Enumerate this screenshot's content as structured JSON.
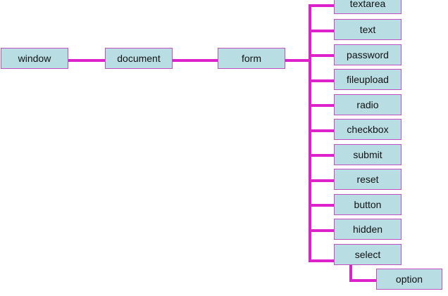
{
  "colors": {
    "node_fill": "#b8dee4",
    "node_border": "#c050c0",
    "connector": "#dd22cc",
    "background": "#ffffff"
  },
  "chain": [
    "window",
    "document",
    "form"
  ],
  "form_children": [
    "textarea",
    "text",
    "password",
    "fileupload",
    "radio",
    "checkbox",
    "submit",
    "reset",
    "button",
    "hidden",
    "select"
  ],
  "select_children": [
    "option"
  ]
}
